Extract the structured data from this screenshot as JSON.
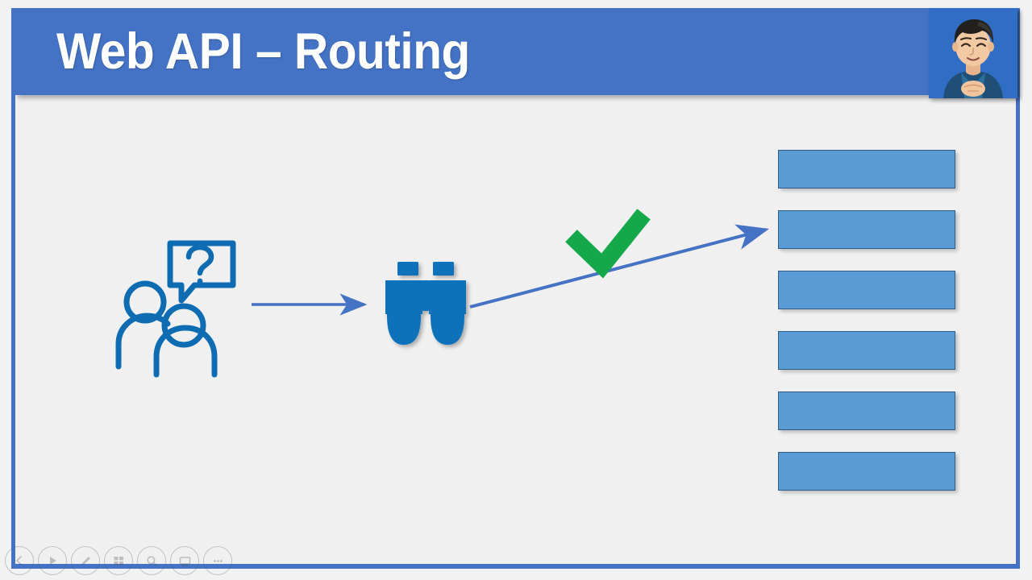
{
  "slide": {
    "title": "Web API – Routing",
    "banner_color": "#4472C4",
    "frame_border_color": "#4472C4",
    "body_background": "#F0F0F0"
  },
  "avatar": {
    "name": "presenter-avatar",
    "description": "cartoon man with dark hair, closed smiling eyes, blue jacket, hands clasped",
    "background_color": "#2F6EC4"
  },
  "diagram": {
    "people_icon": {
      "name": "people-question-icon",
      "color": "#0E6CB3",
      "badge": "?"
    },
    "binoculars_icon": {
      "name": "binoculars-icon",
      "color": "#0B72BA"
    },
    "checkmark": {
      "name": "green-check-icon",
      "color": "#14A84A"
    },
    "short_arrow": {
      "name": "arrow-people-to-binoculars",
      "color": "#4472C4"
    },
    "long_arrow": {
      "name": "arrow-binoculars-to-route",
      "color": "#4472C4"
    },
    "route_boxes": {
      "name": "route-list",
      "count": 6,
      "fill": "#5B9BD5",
      "border": "#2F5C85",
      "items": [
        "",
        "",
        "",
        "",
        "",
        ""
      ]
    }
  },
  "player_toolbar": {
    "buttons": [
      {
        "name": "previous-button",
        "icon": "chevron-left-icon"
      },
      {
        "name": "play-button",
        "icon": "play-icon"
      },
      {
        "name": "pen-button",
        "icon": "pen-icon"
      },
      {
        "name": "menu-button",
        "icon": "grid-icon"
      },
      {
        "name": "zoom-button",
        "icon": "magnifier-icon"
      },
      {
        "name": "present-button",
        "icon": "screen-icon"
      },
      {
        "name": "more-button",
        "icon": "ellipsis-icon"
      }
    ]
  }
}
